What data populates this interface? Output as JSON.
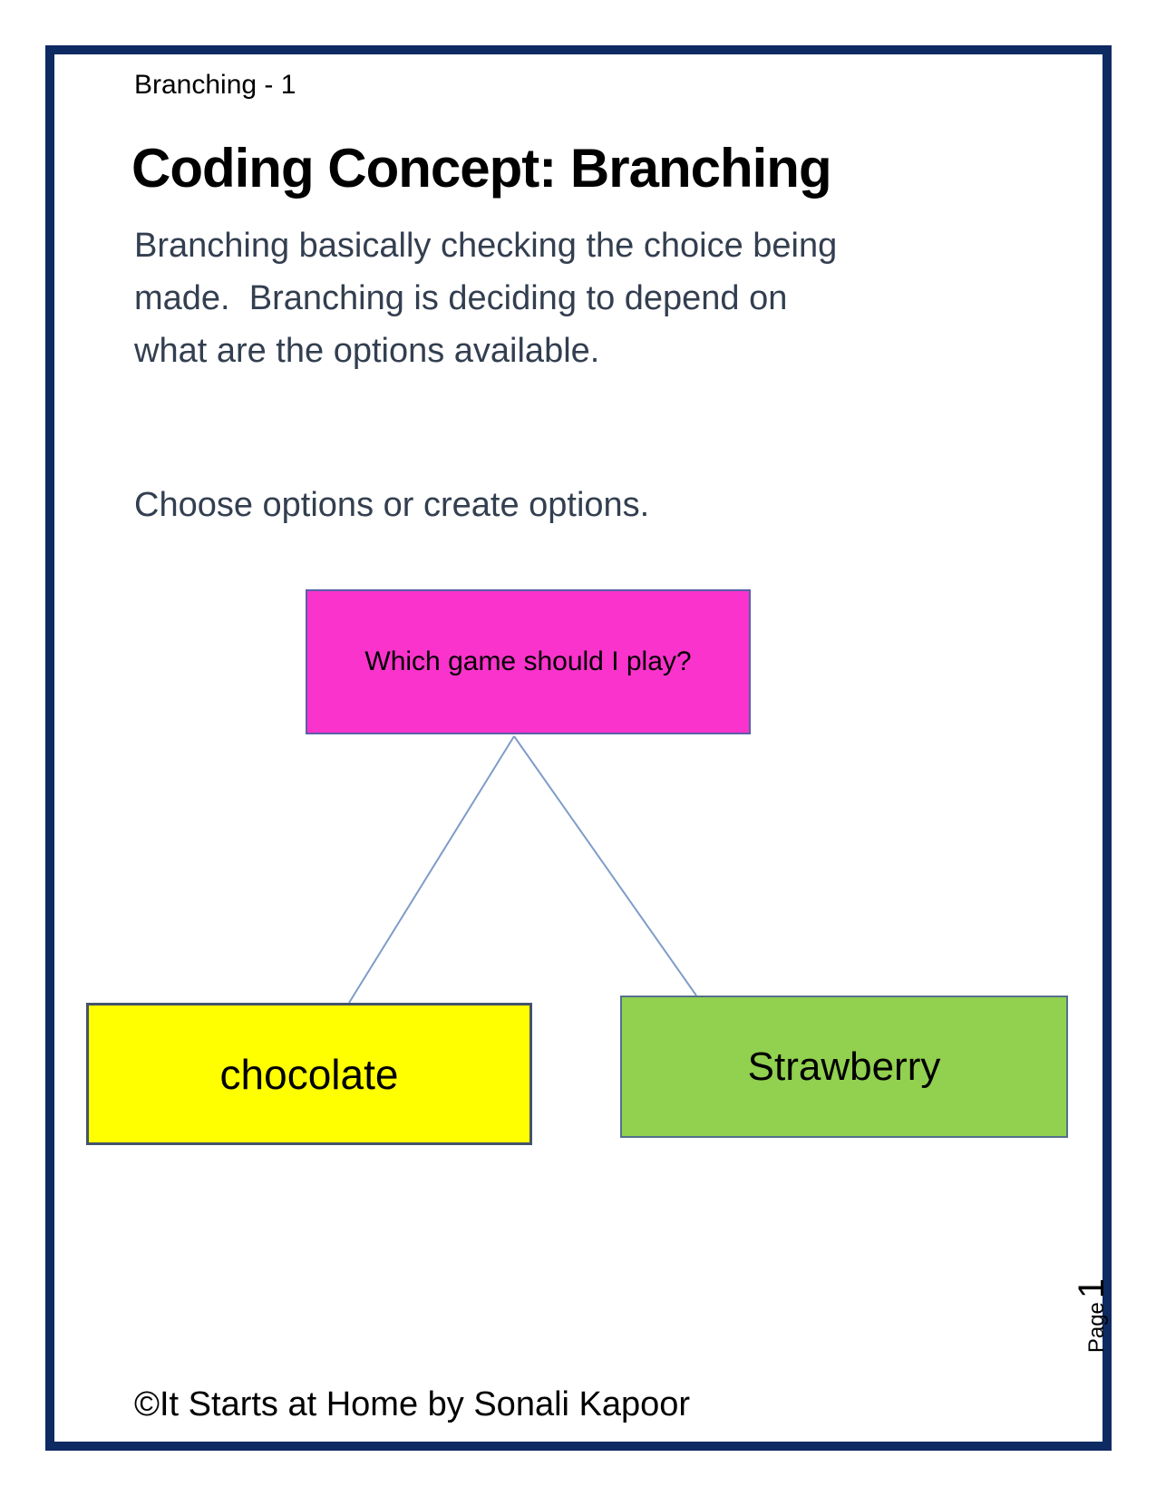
{
  "page": {
    "header": "Branching - 1",
    "title": "Coding Concept: Branching",
    "paragraph_lines": [
      "Branching basically checking the choice being",
      "made.  Branching is deciding to depend on",
      "what are the options available."
    ],
    "subheading": "Choose options or create options.",
    "footer": "©It Starts at Home by Sonali Kapoor",
    "page_word": "Page",
    "page_number": "1"
  },
  "diagram": {
    "root": {
      "label": "Which game should I play?",
      "fill": "#f933cb",
      "border": "#5a5fa8"
    },
    "options": [
      {
        "label": "chocolate",
        "fill": "#ffff00",
        "border": "#44546a"
      },
      {
        "label": "Strawberry",
        "fill": "#92d050",
        "border": "#54708c"
      }
    ],
    "connector_color": "#7f9cc9"
  },
  "colors": {
    "page_border": "#0e2a63",
    "body_text": "#333f50"
  }
}
